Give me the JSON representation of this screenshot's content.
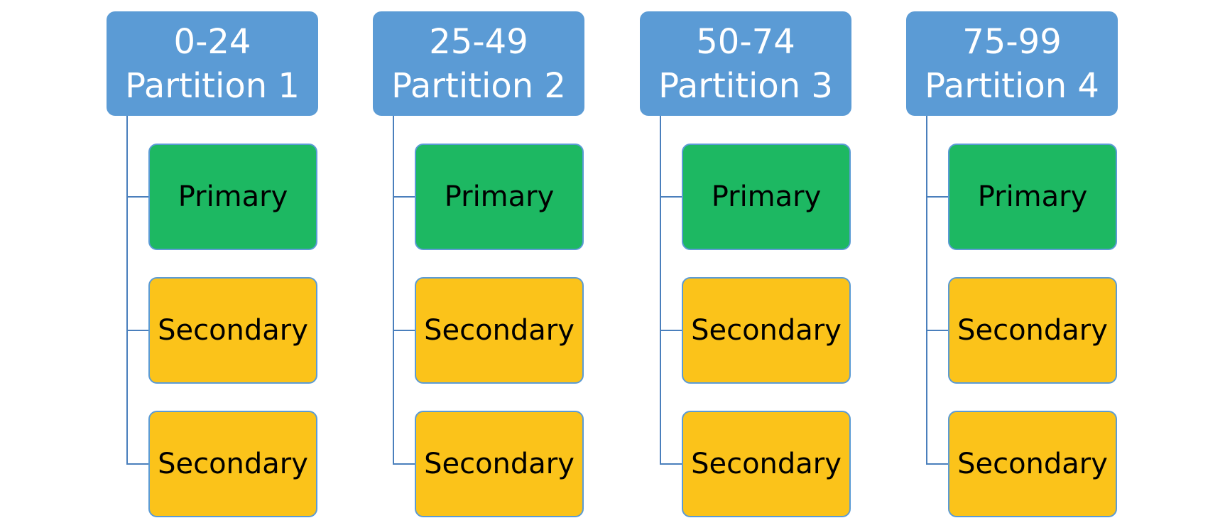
{
  "colors": {
    "header": "#5b9bd5",
    "primary": "#1db862",
    "secondary": "#fbc31a",
    "connector": "#4a7fbc"
  },
  "partitions": [
    {
      "range": "0-24",
      "name": "Partition 1",
      "nodes": [
        "Primary",
        "Secondary",
        "Secondary"
      ]
    },
    {
      "range": "25-49",
      "name": "Partition 2",
      "nodes": [
        "Primary",
        "Secondary",
        "Secondary"
      ]
    },
    {
      "range": "50-74",
      "name": "Partition 3",
      "nodes": [
        "Primary",
        "Secondary",
        "Secondary"
      ]
    },
    {
      "range": "75-99",
      "name": "Partition 4",
      "nodes": [
        "Primary",
        "Secondary",
        "Secondary"
      ]
    }
  ]
}
